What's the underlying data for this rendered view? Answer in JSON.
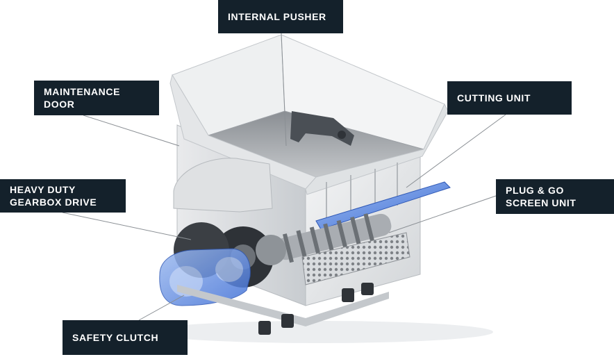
{
  "callouts": {
    "internal_pusher": "INTERNAL PUSHER",
    "maintenance_door": "MAINTENANCE DOOR",
    "cutting_unit": "CUTTING UNIT",
    "heavy_duty_gearbox_drive": "HEAVY DUTY GEARBOX DRIVE",
    "plug_and_go_screen_unit": "PLUG & GO SCREEN UNIT",
    "safety_clutch": "SAFETY CLUTCH"
  },
  "colors": {
    "label_background": "#14212b",
    "label_text": "#ffffff",
    "machine_body": "#e6e8ea",
    "highlight_blue": "#3f6fd6",
    "leader_line": "#8a8f94"
  }
}
